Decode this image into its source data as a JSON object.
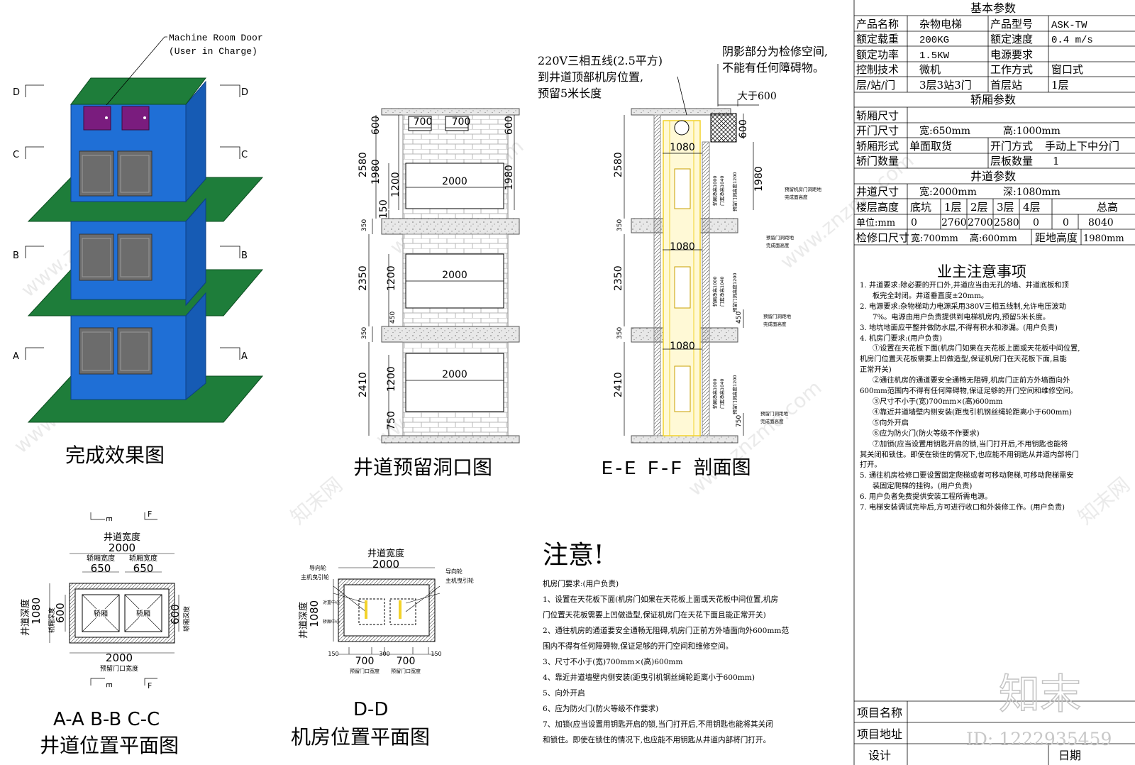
{
  "titles": {
    "view3d": "完成效果图",
    "opening": "井道预留洞口图",
    "section": "E-E  F-F 剖面图",
    "plan_abc_1": "A-A B-B C-C",
    "plan_abc_2": "井道位置平面图",
    "plan_dd_1": "D-D",
    "plan_dd_2": "机房位置平面图"
  },
  "view3d": {
    "callout_1": "Machine Room Door",
    "callout_2": "(User in Charge)",
    "level_marks": [
      "D",
      "C",
      "B",
      "A"
    ]
  },
  "opening": {
    "dims_top": [
      "700",
      "700"
    ],
    "dims_side": [
      "600",
      "600",
      "2580",
      "1980",
      "150",
      "1200",
      "1980",
      "350",
      "2350",
      "1200",
      "450",
      "350",
      "2410",
      "1200",
      "750"
    ],
    "width_labels": [
      "2000",
      "2000",
      "2000"
    ]
  },
  "section": {
    "note_power_1": "220V三相五线(2.5平方)",
    "note_power_2": "到井道顶部机房位置,",
    "note_power_3": "预留5米长度",
    "note_shade_1": "阴影部分为检修空间,",
    "note_shade_2": "不能有任何障碍物。",
    "more_than": "大于600",
    "dims": [
      "600",
      "2580",
      "1980",
      "350",
      "2350",
      "450",
      "350",
      "2410",
      "750"
    ],
    "depth_labels": [
      "1080",
      "1080",
      "1080"
    ],
    "small_notes": [
      "预留机房门洞距地",
      "完成面高度",
      "预留门洞距地",
      "完成面高度",
      "预留门洞距地",
      "完成面高度",
      "预留门洞距地",
      "完成面高度"
    ],
    "car_tags": [
      "轿厢净高1000",
      "门套净高1040",
      "预留门洞高度1200"
    ]
  },
  "plan_abc": {
    "shaft_width_label": "井道宽度",
    "shaft_width": "2000",
    "car_width_label": "轿厢宽度",
    "car_width": "650",
    "shaft_depth_label": "井道深度",
    "shaft_depth": "1080",
    "car_depth_label": "轿厢深度",
    "car_depth": "600",
    "car_label": "轿厢",
    "bottom_width": "2000",
    "door_width_label": "预留门口宽度",
    "cut_e": "E",
    "cut_f": "F"
  },
  "plan_dd": {
    "shaft_width_label": "井道宽度",
    "shaft_width": "2000",
    "guide_wheel": "导向轮",
    "traction_wheel": "主机曳引轮",
    "shaft_depth_label": "井道深度",
    "shaft_depth": "1080",
    "counter_center": "对重中心",
    "car_center": "轿厢中心",
    "dims": [
      "150",
      "700",
      "300",
      "700",
      "150"
    ],
    "door_width_label": "预留门口宽度"
  },
  "attention": {
    "title": "注意!",
    "lines": [
      "机房门要求:(用户负责)",
      "1、设置在天花板下面(机房门如果在天花板上面或天花板中间位置,机房",
      "门位置天花板需要上凹做造型,保证机房门在天花下面且能正常开关)",
      "2、通往机房的通道要安全通畅无阻碍,机房门正前方外墙面向外600mm范",
      "围内不得有任何障碍物,保证足够的开门空间和维修空间。",
      "3、尺寸不小于(宽)700mm×(高)600mm",
      "4、靠近井道墙壁内侧安装(距曳引机钢丝绳轮距离小于600mm)",
      "5、向外开启",
      "6、应为防火门(防火等级不作要求)",
      "7、加锁(应当设置用钥匙开启的锁,当门打开后,不用钥匙也能将其关闭",
      "和锁住。即使在锁住的情况下,也应能不用钥匙从井道内部将门打开。"
    ]
  },
  "table": {
    "basic_title": "基本参数",
    "basic_rows": [
      [
        "产品名称",
        "杂物电梯",
        "产品型号",
        "ASK-TW"
      ],
      [
        "额定载重",
        "200KG",
        "额定速度",
        "0.4 m/s"
      ],
      [
        "额定功率",
        "1.5KW",
        "电源要求",
        ""
      ],
      [
        "控制技术",
        "微机",
        "工作方式",
        "窗口式"
      ],
      [
        "层/站/门",
        "3层3站3门",
        "首层站",
        "1层"
      ]
    ],
    "car_title": "轿厢参数",
    "car_size": "轿厢尺寸",
    "door_size": "开门尺寸",
    "door_w": "宽:650mm",
    "door_h": "高:1000mm",
    "car_form": "轿厢形式",
    "car_form_v": "单面取货",
    "open_mode": "开门方式",
    "open_mode_v": "手动上下中分门",
    "car_door_n": "轿门数量",
    "shelf_n": "层板数量",
    "shelf_n_v": "1",
    "shaft_title": "井道参数",
    "shaft_size": "井道尺寸",
    "shaft_w": "宽:2000mm",
    "shaft_d": "深:1080mm",
    "floor_h": "楼层高度",
    "floor_heads": [
      "底坑",
      "1层",
      "2层",
      "3层",
      "4层",
      "总高"
    ],
    "unit": "单位:mm",
    "floor_vals": [
      "0",
      "2760",
      "2700",
      "2580",
      "0",
      "0",
      "8040"
    ],
    "hatch": "检修口尺寸",
    "hatch_w": "宽:700mm",
    "hatch_h": "高:600mm",
    "hatch_dist": "距地高度",
    "hatch_dist_v": "1980mm"
  },
  "owner_notes": {
    "title": "业主注意事项",
    "lines": [
      {
        "t": "1.  井道要求:除必要的开口外,井道应当由无孔的墙、井道底板和顶",
        "ind": false
      },
      {
        "t": "板完全封闭。井道垂直度±20mm。",
        "ind": true
      },
      {
        "t": "2.  电源要求:杂物梯动力电源采用380V三相五线制,允许电压波动",
        "ind": false
      },
      {
        "t": "7%。电源由用户负责提供到电梯机房内,预留5米长度。",
        "ind": true
      },
      {
        "t": "3.  地坑地面应平整并做防水层,不得有积水和渗漏。(用户负责)",
        "ind": false
      },
      {
        "t": "4.  机房门要求:(用户负责)",
        "ind": false
      },
      {
        "t": "①设置在天花板下面(机房门如果在天花板上面或天花板中间位置,",
        "ind": true
      },
      {
        "t": "机房门位置天花板需要上凹做造型,保证机房门在天花板下面,且能",
        "ind": false
      },
      {
        "t": "正常开关)",
        "ind": false
      },
      {
        "t": "②通往机房的通道要安全通畅无阻碍,机房门正前方外墙面向外",
        "ind": true
      },
      {
        "t": "600mm范围内不得有任何障碍物,保证足够的开门空间和维修空间。",
        "ind": false
      },
      {
        "t": "③尺寸不小于(宽)700mm×(高)600mm",
        "ind": true
      },
      {
        "t": "④靠近井道墙壁内侧安装(距曳引机钢丝绳轮距离小于600mm)",
        "ind": true
      },
      {
        "t": "⑤向外开启",
        "ind": true
      },
      {
        "t": "⑥应为防火门(防火等级不作要求)",
        "ind": true
      },
      {
        "t": "⑦加锁(应当设置用钥匙开启的锁,当门打开后,不用钥匙也能将",
        "ind": true
      },
      {
        "t": "其关闭和锁住。即使在锁住的情况下,也应能不用钥匙从井道内部将门",
        "ind": false
      },
      {
        "t": "打开。",
        "ind": false
      },
      {
        "t": "5.  通往机房检修口要设置固定爬梯或者可移动爬梯,可移动爬梯需安",
        "ind": false
      },
      {
        "t": "装固定爬梯的挂钩。(用户负责)",
        "ind": true
      },
      {
        "t": "6.  用户负者免费提供安装工程所需电源。",
        "ind": false
      },
      {
        "t": "7.  电梯安装调试完毕后,方可进行收口和外装修工作。(用户负责)",
        "ind": false
      }
    ]
  },
  "footer": {
    "project_name": "项目名称",
    "project_addr": "项目地址",
    "design": "设计",
    "date": "日期"
  },
  "watermark": {
    "brand": "知末",
    "id": "ID: 1222935459",
    "site": "www.znzmo.com",
    "site_cn": "知末网"
  },
  "colors": {
    "tower_blue": "#1f6fd6",
    "floor_green": "#1e7d3a",
    "door_purple": "#7a1c7e",
    "door_gray": "#707070",
    "yellow_rail": "#f2d22a"
  }
}
